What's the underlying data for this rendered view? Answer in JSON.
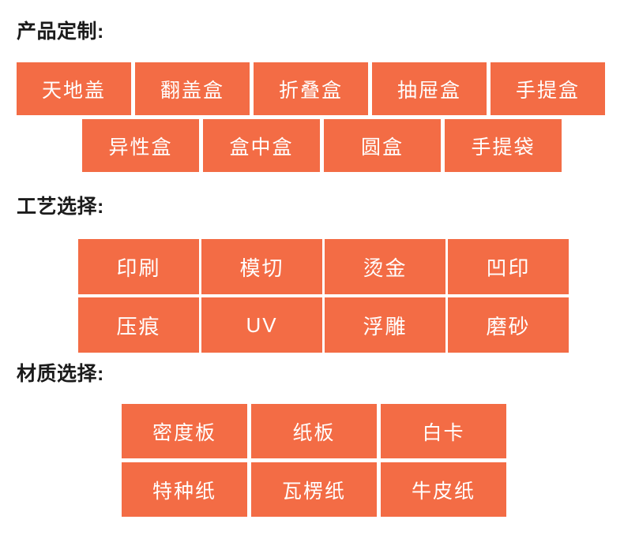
{
  "page": {
    "background_color": "#ffffff",
    "tile_color": "#f36c45",
    "tile_text_color": "#ffffff",
    "heading_color": "#1b1b1b"
  },
  "sections": [
    {
      "id": "product",
      "heading": "产品定制:",
      "rows": [
        [
          "天地盖",
          "翻盖盒",
          "折叠盒",
          "抽屉盒",
          "手提盒"
        ],
        [
          "异性盒",
          "盒中盒",
          "圆盒",
          "手提袋"
        ]
      ]
    },
    {
      "id": "craft",
      "heading": "工艺选择:",
      "rows": [
        [
          "印刷",
          "模切",
          "烫金",
          "凹印"
        ],
        [
          "压痕",
          "UV",
          "浮雕",
          "磨砂"
        ]
      ]
    },
    {
      "id": "material",
      "heading": "材质选择:",
      "rows": [
        [
          "密度板",
          "纸板",
          "白卡"
        ],
        [
          "特种纸",
          "瓦楞纸",
          "牛皮纸"
        ]
      ]
    }
  ]
}
